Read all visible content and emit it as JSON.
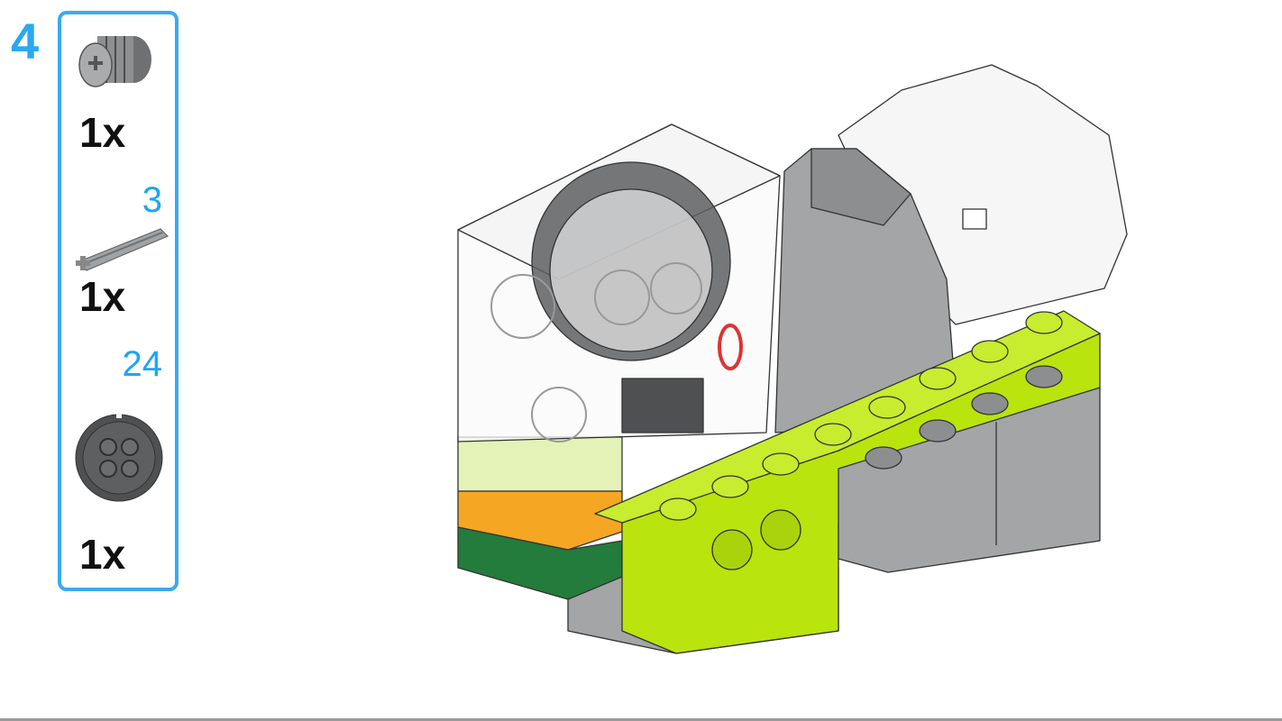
{
  "step_number": "4",
  "parts": [
    {
      "name": "bush",
      "quantity": "1x",
      "length_label": null
    },
    {
      "name": "axle",
      "quantity": "1x",
      "length_label": "3"
    },
    {
      "name": "gear",
      "quantity": "1x",
      "length_label": "24"
    }
  ],
  "colors": {
    "accent": "#3aaaf2",
    "lime": "#b9e40e",
    "orange": "#f5a623",
    "dark_green": "#237b3c",
    "gray": "#a3a5a6"
  }
}
